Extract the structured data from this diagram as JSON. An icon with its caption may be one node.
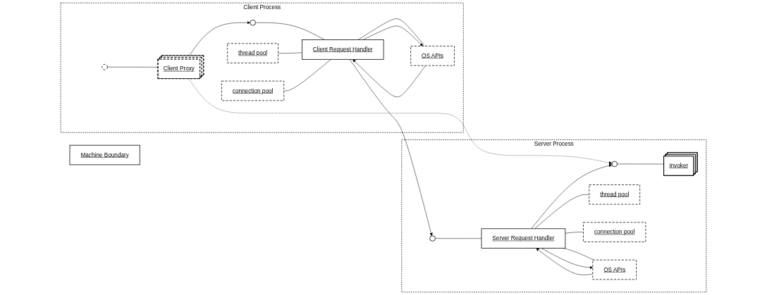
{
  "diagram": {
    "nodes": [
      {
        "text": [
          "Client Process"
        ]
      },
      {
        "text": [
          "Client Proxy"
        ],
        "in": 0
      },
      {
        "text": [],
        "shape": "circle",
        "in": 0
      },
      {
        "text": [],
        "shape": "circle",
        "in": 0
      },
      {
        "text": [
          "thread pool"
        ],
        "in": 0
      },
      {
        "text": [
          "connection pool"
        ],
        "in": 0
      },
      {
        "text": [
          "Client Request Handler"
        ],
        "in": 0
      },
      {
        "text": [
          "OS APIs"
        ],
        "in": 0
      },
      {
        "text": [
          "Machine Boundary"
        ]
      },
      {
        "text": [
          "Server Process"
        ]
      },
      {
        "text": [],
        "shape": "circle",
        "in": 9
      },
      {
        "text": [
          "Invoker"
        ],
        "in": 9
      },
      {
        "text": [],
        "shape": "circle",
        "in": 9
      },
      {
        "text": [
          "Server Request Handler"
        ],
        "in": 9
      },
      {
        "text": [
          "thread pool"
        ],
        "in": 9
      },
      {
        "text": [
          "connection pool"
        ],
        "in": 9
      },
      {
        "text": [
          "OS APIs"
        ],
        "in": 9
      }
    ],
    "edges": [
      {
        "from": 2,
        "to": 1,
        "arrow": "none"
      },
      {
        "from": 1,
        "to": 10,
        "arrow": "to",
        "style": "dashed"
      },
      {
        "from": 1,
        "to": 3,
        "arrow": "to"
      },
      {
        "from": 3,
        "to": 6,
        "arrow": "none"
      },
      {
        "from": 4,
        "to": 6,
        "arrow": "none"
      },
      {
        "from": 5,
        "to": 6,
        "arrow": "none"
      },
      {
        "from": 6,
        "to": 7,
        "arrow": "none"
      },
      {
        "from": 6,
        "to": 7,
        "arrow": "to"
      },
      {
        "from": 7,
        "to": 6,
        "arrow": "to"
      },
      {
        "from": 6,
        "to": 12,
        "arrow": "to"
      },
      {
        "from": 10,
        "to": 11,
        "arrow": "none"
      },
      {
        "from": 13,
        "to": 10,
        "arrow": "to"
      },
      {
        "from": 12,
        "to": 13,
        "arrow": "none"
      },
      {
        "from": 13,
        "to": 14,
        "arrow": "none"
      },
      {
        "from": 13,
        "to": 15,
        "arrow": "none"
      },
      {
        "from": 13,
        "to": 16,
        "arrow": "none"
      },
      {
        "from": 13,
        "to": 16,
        "arrow": "to"
      },
      {
        "from": 16,
        "to": 13,
        "arrow": "to"
      }
    ]
  }
}
